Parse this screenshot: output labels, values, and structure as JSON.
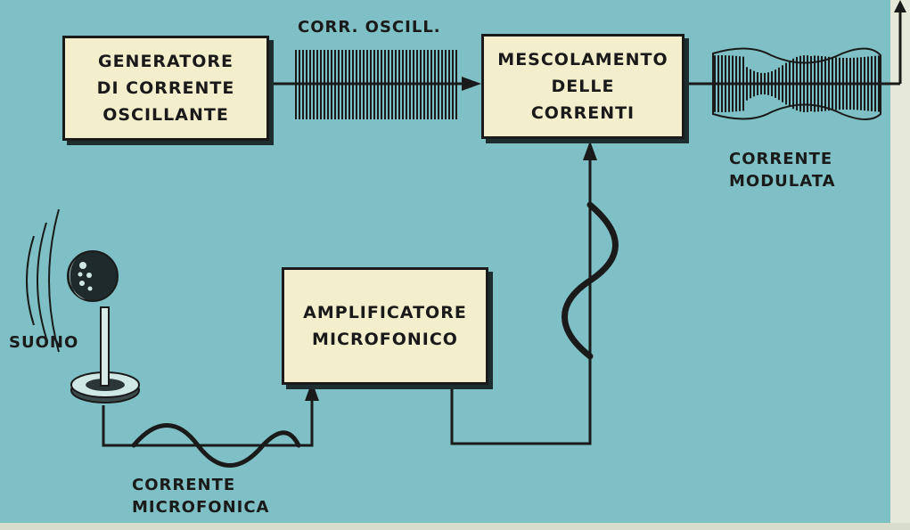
{
  "blocks": {
    "generator": [
      "GENERATORE",
      "DI  CORRENTE",
      "OSCILLANTE"
    ],
    "mixer": [
      "MESCOLAMENTO",
      "DELLE",
      "CORRENTI"
    ],
    "amplifier": [
      "AMPLIFICATORE",
      "MICROFONICO"
    ]
  },
  "labels": {
    "oscillating_current": "CORR.  OSCILL.",
    "modulated_current": [
      "CORRENTE",
      "MODULATA"
    ],
    "sound": "SUONO",
    "microphone_current": [
      "CORRENTE",
      "MICROFONICA"
    ]
  },
  "colors": {
    "background": "#7fc0c6",
    "box_fill": "#f3efcc",
    "line": "#1a1a1a",
    "mic_highlight": "#cfe8e6"
  }
}
